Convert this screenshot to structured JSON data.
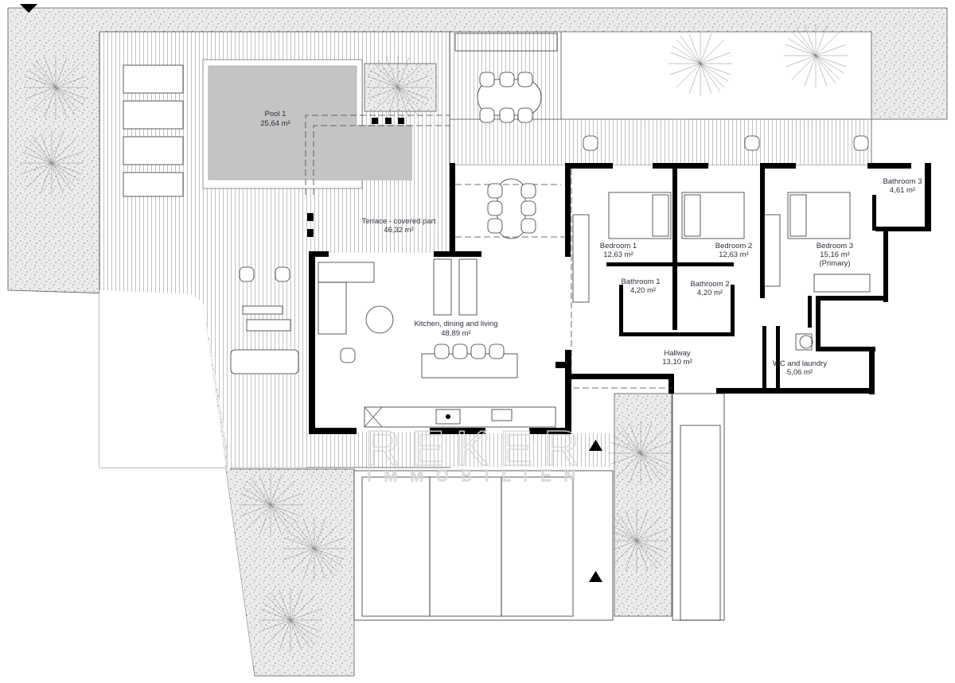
{
  "rooms": {
    "pool": {
      "name": "Pool 1",
      "area": "25,64 m²"
    },
    "terrace": {
      "name": "Terrace - covered part",
      "area": "46,32 m²"
    },
    "kitchen": {
      "name": "Kitchen, dining and living",
      "area": "48,89 m²"
    },
    "bedroom1": {
      "name": "Bedroom 1",
      "area": "12,63 m²"
    },
    "bedroom2": {
      "name": "Bedroom 2",
      "area": "12,63 m²"
    },
    "bedroom3": {
      "name": "Bedroom 3",
      "area": "15,16 m²",
      "note": "(Primary)"
    },
    "bathroom1": {
      "name": "Bathroom 1",
      "area": "4,20 m²"
    },
    "bathroom2": {
      "name": "Bathroom 2",
      "area": "4,20 m²"
    },
    "bathroom3": {
      "name": "Bathroom 3",
      "area": "4,61 m²"
    },
    "hallway": {
      "name": "Hallway",
      "area": "13,10 m²"
    },
    "wc": {
      "name": "WC and laundry",
      "area": "5,06 m²"
    }
  },
  "watermark": {
    "brand": "REKER",
    "sub": "IMMOBILIEN"
  },
  "colors": {
    "pool": "#c4c4c4",
    "wall": "#000000",
    "gravel": "#e9e9e9"
  }
}
